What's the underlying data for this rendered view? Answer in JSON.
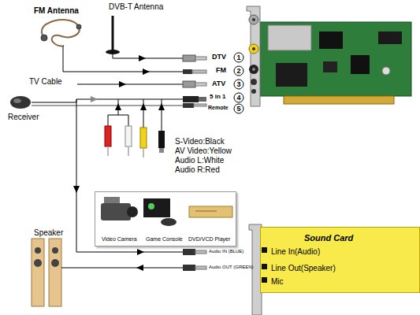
{
  "diagram": {
    "nodes": [
      {
        "text": [
          "Video Camera",
          "Game Console",
          "DVD/VCD Player"
        ]
      },
      {
        "text": [
          "Sound Card",
          "Line In(Audio)",
          "Line Out(Speaker)",
          "Mic"
        ]
      }
    ],
    "labels": [
      "FM Antenna",
      "DVB-T Antenna",
      "DTV",
      "1",
      "FM",
      "2",
      "TV Cable",
      "ATV",
      "3",
      "5 in 1",
      "4",
      "Remote",
      "5",
      "Receiver",
      "S-Video:Black",
      "AV Video:Yellow",
      "Audio L:White",
      "Audio R:Red",
      "Speaker",
      "Audio IN (BLUE)",
      "Audio OUT (GREEN)"
    ]
  }
}
